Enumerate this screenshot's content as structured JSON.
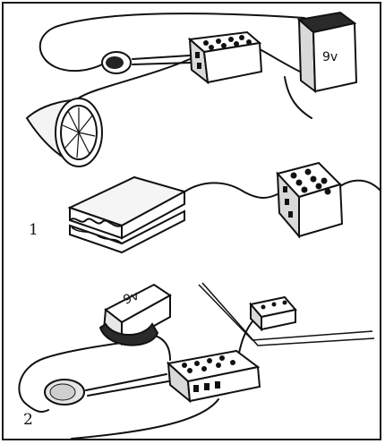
{
  "panels": [
    {
      "number": "",
      "battery_label": "9v"
    },
    {
      "number": "1"
    },
    {
      "number": "2",
      "battery_label": "9v"
    }
  ],
  "colors": {
    "ink": "#111111",
    "paper": "#ffffff",
    "shade": "#d9d9d9",
    "battery_cap": "#2a2a2a"
  },
  "objects": [
    "battery-9v",
    "terminal-block",
    "piezo-buzzer",
    "lemon-half",
    "sandwich-plates",
    "glass-plate"
  ]
}
